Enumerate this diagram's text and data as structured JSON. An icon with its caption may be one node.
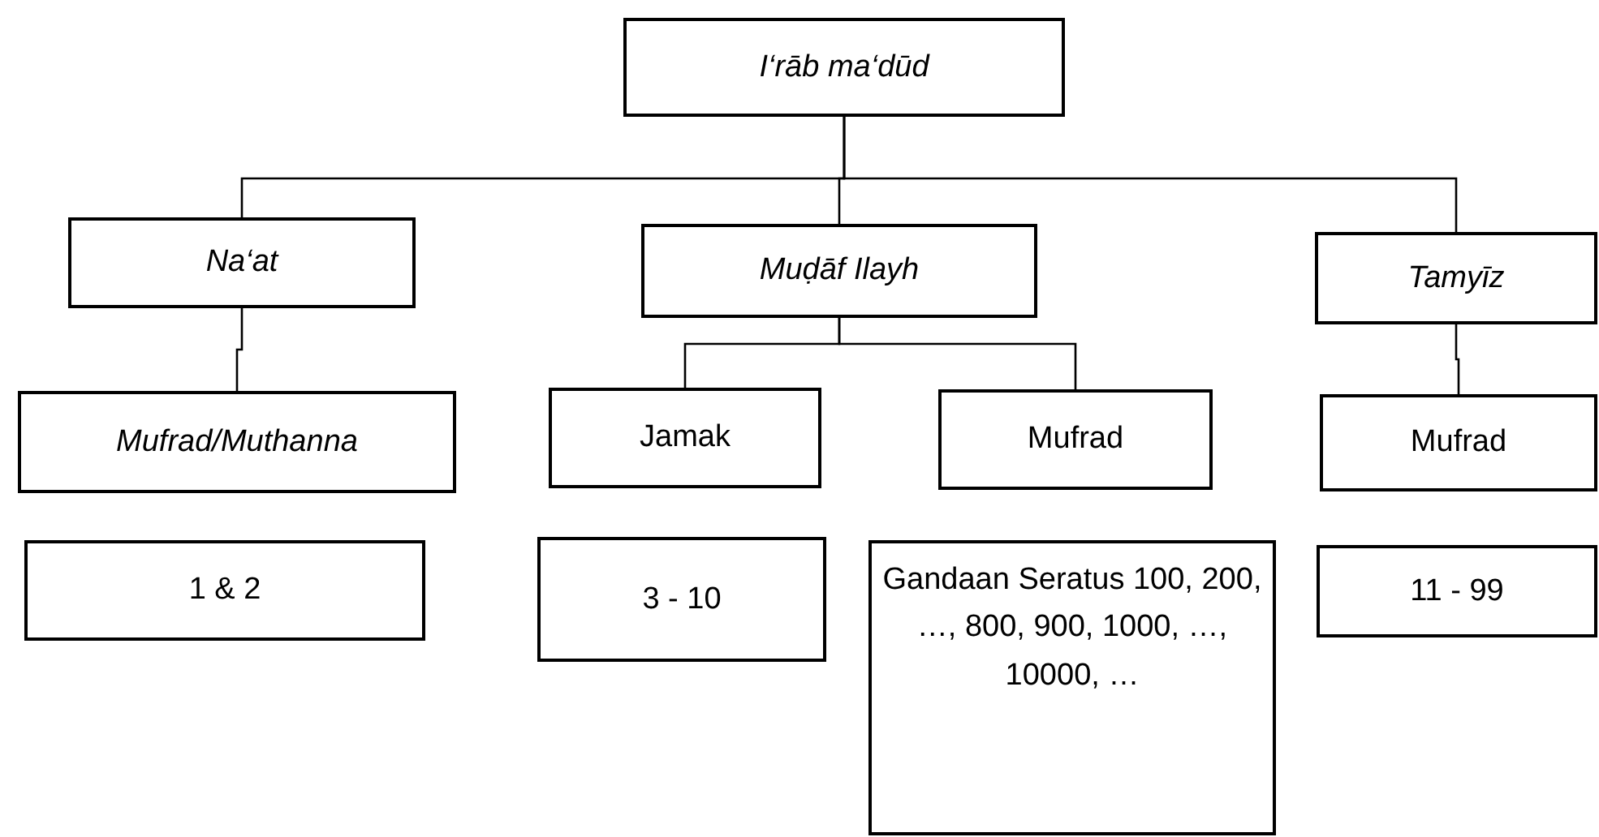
{
  "diagram": {
    "nodes": [
      {
        "text": [
          "I‘rāb ma‘dūd"
        ]
      },
      {
        "text": [
          "Na‘at"
        ]
      },
      {
        "text": [
          "Muḍāf Ilayh"
        ]
      },
      {
        "text": [
          "Tamyīz"
        ]
      },
      {
        "text": [
          "Mufrad/Muthanna"
        ]
      },
      {
        "text": [
          "Jamak"
        ]
      },
      {
        "text": [
          "Mufrad"
        ]
      },
      {
        "text": [
          "Mufrad"
        ]
      },
      {
        "text": [
          "1 & 2"
        ]
      },
      {
        "text": [
          "3 - 10"
        ]
      },
      {
        "text": [
          "Gandaan Seratus 100, 200, …, 800, 900, 1000, …, 10000, …"
        ]
      },
      {
        "text": [
          "11 - 99"
        ]
      }
    ],
    "edges": [
      {
        "from": 0,
        "to": 1,
        "arrow": "none"
      },
      {
        "from": 0,
        "to": 2,
        "arrow": "none"
      },
      {
        "from": 0,
        "to": 3,
        "arrow": "none"
      },
      {
        "from": 1,
        "to": 4,
        "arrow": "none"
      },
      {
        "from": 2,
        "to": 5,
        "arrow": "none"
      },
      {
        "from": 2,
        "to": 6,
        "arrow": "none"
      },
      {
        "from": 3,
        "to": 7,
        "arrow": "none"
      }
    ]
  }
}
